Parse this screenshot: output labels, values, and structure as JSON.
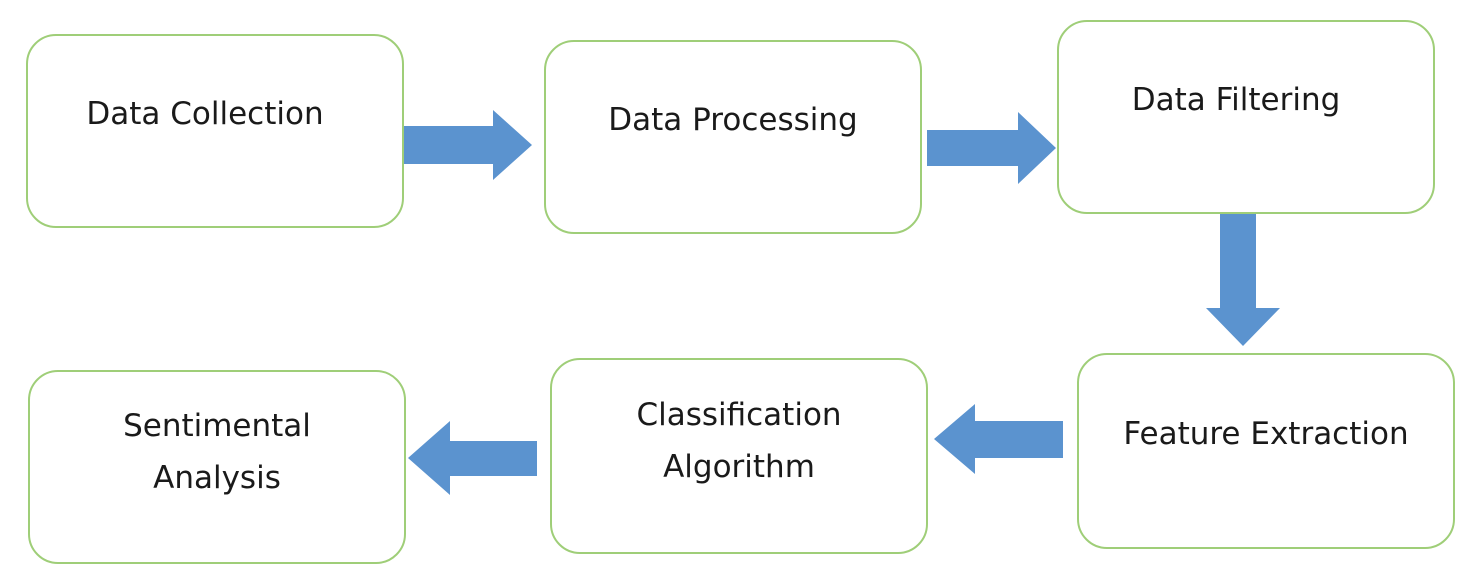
{
  "diagram": {
    "nodes": [
      {
        "id": "data-collection",
        "label": "Data Collection"
      },
      {
        "id": "data-processing",
        "label": "Data Processing"
      },
      {
        "id": "data-filtering",
        "label": "Data Filtering"
      },
      {
        "id": "feature-extraction",
        "label": "Feature Extraction"
      },
      {
        "id": "classification-algorithm",
        "label": "Classification\nAlgorithm"
      },
      {
        "id": "sentimental-analysis",
        "label": "Sentimental\nAnalysis"
      }
    ],
    "edges": [
      {
        "from": "data-collection",
        "to": "data-processing"
      },
      {
        "from": "data-processing",
        "to": "data-filtering"
      },
      {
        "from": "data-filtering",
        "to": "feature-extraction"
      },
      {
        "from": "feature-extraction",
        "to": "classification-algorithm"
      },
      {
        "from": "classification-algorithm",
        "to": "sentimental-analysis"
      }
    ],
    "colors": {
      "box_border": "#9fce78",
      "arrow_fill": "#5b93cf",
      "text": "#1a1a1a"
    }
  }
}
